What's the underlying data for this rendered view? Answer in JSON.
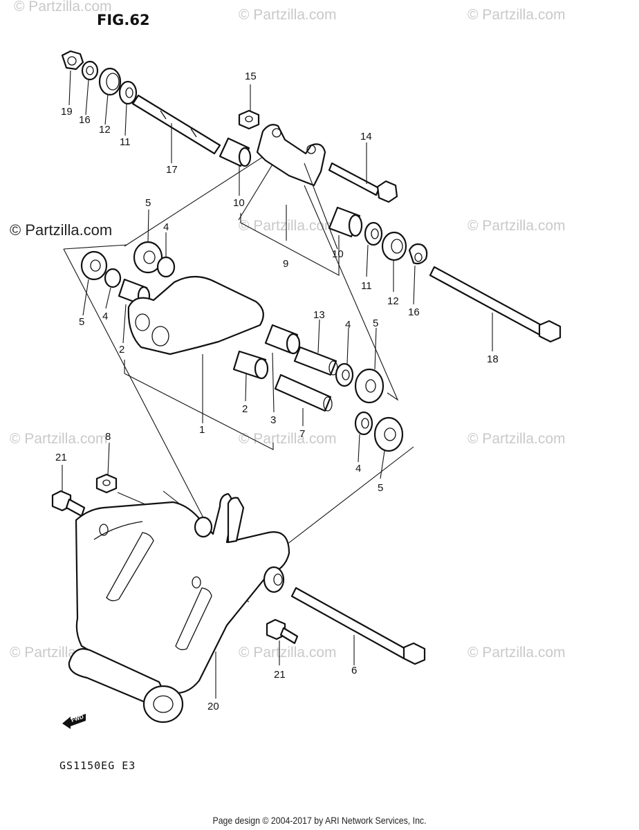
{
  "figure_title": "FIG.62",
  "model_code": "GS1150EG E3",
  "footer_text": "Page design © 2004-2017 by ARI Network Services, Inc.",
  "watermark_primary": "© Partzilla.com",
  "watermark_faint": "© Partzilla.com",
  "fwd_label": "FWD",
  "callouts": {
    "c1": "1",
    "c2a": "2",
    "c2b": "2",
    "c3": "3",
    "c4a": "4",
    "c4b": "4",
    "c4c": "4",
    "c4d": "4",
    "c5a": "5",
    "c5b": "5",
    "c5c": "5",
    "c5d": "5",
    "c6": "6",
    "c7": "7",
    "c8": "8",
    "c9": "9",
    "c10a": "10",
    "c10b": "10",
    "c11a": "11",
    "c11b": "11",
    "c12a": "12",
    "c12b": "12",
    "c13": "13",
    "c14": "14",
    "c15": "15",
    "c16a": "16",
    "c16b": "16",
    "c17": "17",
    "c18": "18",
    "c19": "19",
    "c20": "20",
    "c21a": "21",
    "c21b": "21"
  },
  "colors": {
    "line": "#111111",
    "watermark": "#c9c9c9",
    "paper": "#ffffff"
  }
}
